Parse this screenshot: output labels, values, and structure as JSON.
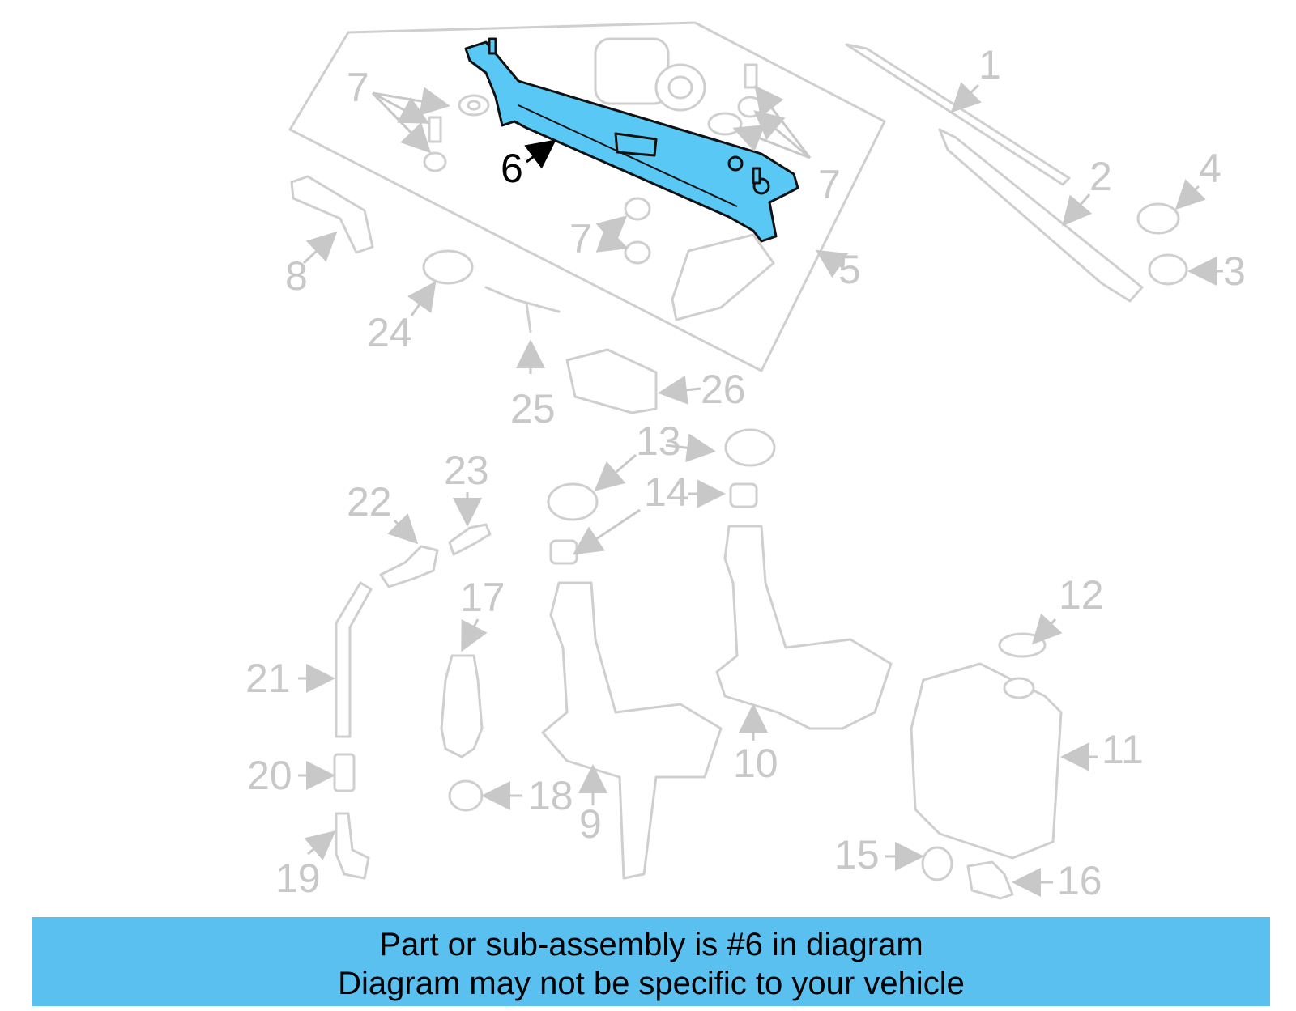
{
  "diagram": {
    "highlighted_part": "6",
    "labels": [
      "1",
      "2",
      "3",
      "4",
      "5",
      "6",
      "7",
      "7",
      "7",
      "8",
      "9",
      "10",
      "11",
      "12",
      "13",
      "14",
      "15",
      "16",
      "17",
      "18",
      "19",
      "20",
      "21",
      "22",
      "23",
      "24",
      "25",
      "26"
    ]
  },
  "banner": {
    "line1": "Part or sub-assembly is #6 in diagram",
    "line2": "Diagram may not be specific to your vehicle"
  },
  "colors": {
    "highlight": "#5ac8f5",
    "banner": "#5ac0f0",
    "part_outline": "#cfcfcf"
  }
}
